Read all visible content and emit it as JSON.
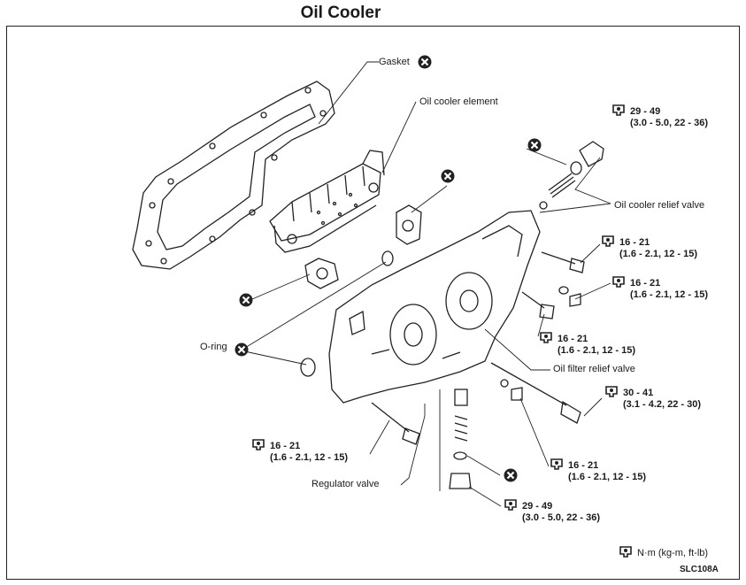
{
  "title": "Oil Cooler",
  "labels": {
    "gasket": "Gasket",
    "oil_cooler_element": "Oil cooler element",
    "oil_cooler_relief_valve": "Oil cooler relief valve",
    "o_ring": "O-ring",
    "oil_filter_relief_valve": "Oil filter relief valve",
    "regulator_valve": "Regulator valve"
  },
  "torques": [
    {
      "nm": "29 - 49",
      "alt": "(3.0 - 5.0, 22 - 36)"
    },
    {
      "nm": "16 - 21",
      "alt": "(1.6 - 2.1, 12 - 15)"
    },
    {
      "nm": "16 - 21",
      "alt": "(1.6 - 2.1, 12 - 15)"
    },
    {
      "nm": "16 - 21",
      "alt": "(1.6 - 2.1, 12 - 15)"
    },
    {
      "nm": "30 - 41",
      "alt": "(3.1 - 4.2, 22 - 30)"
    },
    {
      "nm": "16 - 21",
      "alt": "(1.6 - 2.1, 12 - 15)"
    },
    {
      "nm": "16 - 21",
      "alt": "(1.6 - 2.1, 12 - 15)"
    },
    {
      "nm": "29 - 49",
      "alt": "(3.0 - 5.0, 22 - 36)"
    }
  ],
  "legend": "N·m (kg-m, ft-lb)",
  "figure_code": "SLC108A",
  "icons": {
    "torque": "torque-wrench-icon",
    "replace": "do-not-reuse-icon"
  }
}
